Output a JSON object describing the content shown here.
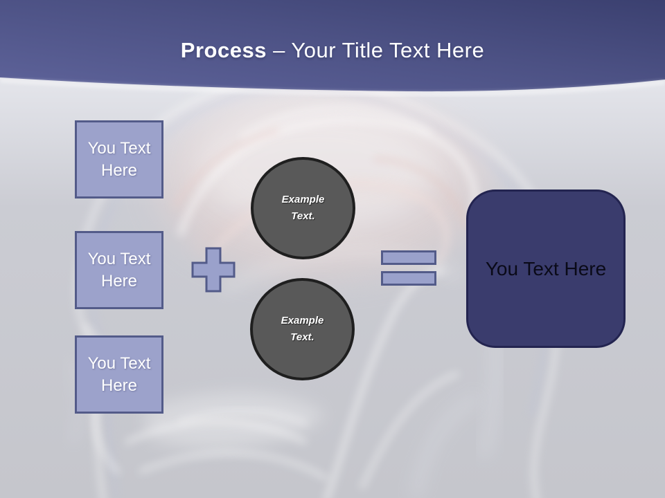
{
  "slide": {
    "title": {
      "prefix": "Process",
      "dash": "–",
      "suffix": "Your Title Text Here"
    }
  },
  "left_boxes": [
    {
      "label": "You Text Here"
    },
    {
      "label": "You Text Here"
    },
    {
      "label": "You Text Here"
    }
  ],
  "operators": {
    "plus_icon": "plus-sign",
    "equals_icon": "equals-sign"
  },
  "circles": [
    {
      "label": "Example Text."
    },
    {
      "label": "Example Text."
    }
  ],
  "result_box": {
    "label": "You Text Here"
  },
  "colors": {
    "header_gradient_left": "#5c6195",
    "header_gradient_right": "#3d4270",
    "title_text": "#ffffff",
    "box_fill": "#9ca2cb",
    "box_border": "#535b89",
    "box_text": "#ffffff",
    "circle_fill": "#595959",
    "circle_border": "#1f1f1f",
    "circle_text": "#ffffff",
    "result_fill": "#3a3c6d",
    "result_border": "#232450",
    "result_text": "#0a0a18",
    "background": "#c9cad1"
  }
}
